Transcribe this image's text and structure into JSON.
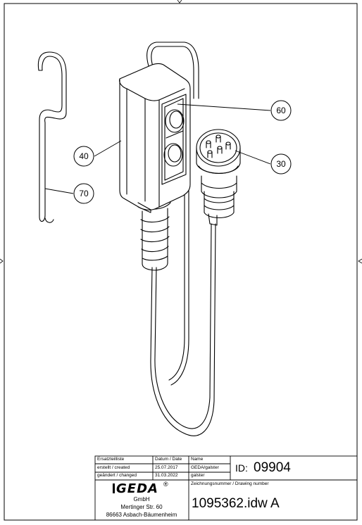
{
  "drawing": {
    "callouts": [
      {
        "number": "60"
      },
      {
        "number": "40"
      },
      {
        "number": "30"
      },
      {
        "number": "70"
      }
    ]
  },
  "title_block": {
    "spare_parts_list_label": "Ersatzteilliste",
    "date_header": "Datum / Date",
    "name_header": "Name",
    "created_label": "erstellt / created",
    "created_date": "25.07.2017",
    "created_name": "GEDA/galster",
    "changed_label": "geändert / changed",
    "changed_date": "31.03.2022",
    "changed_name": "galster",
    "id_label": "ID:",
    "id_value": "09904",
    "drawing_number_label": "Zeichnungsnummer / Drawing number",
    "drawing_number": "1095362.idw A",
    "company": {
      "logo_text": "GEDA",
      "registered_mark": "®",
      "suffix": "GmbH",
      "street": "Mertinger Str. 60",
      "city": "86663 Asbach-Bäumenheim"
    }
  }
}
